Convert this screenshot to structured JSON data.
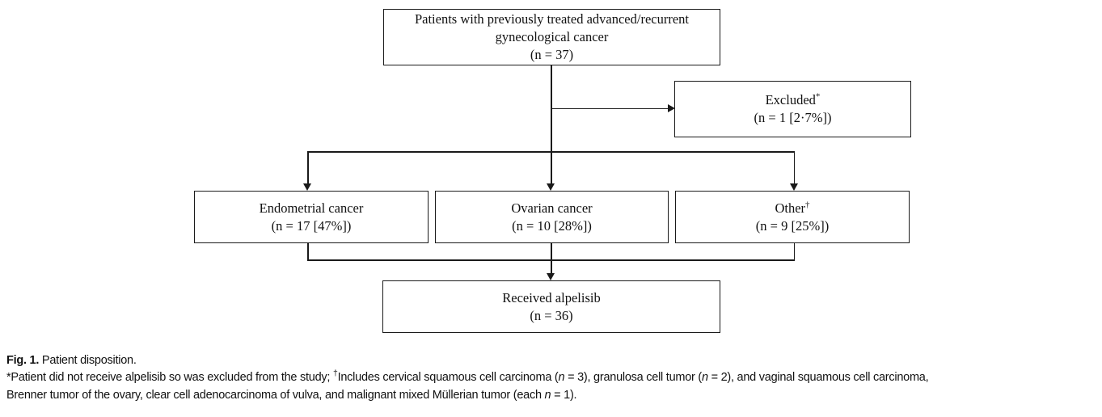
{
  "figure": {
    "type": "flowchart",
    "title": "Patient disposition",
    "nodes": {
      "source": {
        "label": "Patients with previously treated advanced/recurrent",
        "label2": "gynecological cancer",
        "count": "(n = 37)"
      },
      "excluded": {
        "label": "Excluded",
        "marker": "*",
        "count": "(n = 1 [2·7%])"
      },
      "endometrial": {
        "label": "Endometrial cancer",
        "count": "(n = 17 [47%])"
      },
      "ovarian": {
        "label": "Ovarian cancer",
        "count": "(n = 10 [28%])"
      },
      "other": {
        "label": "Other",
        "marker": "†",
        "count": "(n = 9 [25%])"
      },
      "received": {
        "label": "Received alpelisib",
        "count": "(n = 36)"
      }
    }
  },
  "caption": {
    "fig_label": "Fig. 1.",
    "fig_title": " Patient disposition.",
    "line2_a": "*Patient did not receive alpelisib so was excluded from the study; ",
    "line2_dagger": "†",
    "line2_b": "Includes cervical squamous cell carcinoma (",
    "line2_n1": "n",
    "line2_c": " = 3), granulosa cell tumor (",
    "line2_n2": "n",
    "line2_d": " = 2), and vaginal squamous cell carcinoma,",
    "line3_a": "Brenner tumor of the ovary, clear cell adenocarcinoma of vulva, and malignant mixed Müllerian tumor (each ",
    "line3_n": "n",
    "line3_b": " = 1)."
  },
  "colors": {
    "stroke": "#1a1a1a",
    "background": "#ffffff",
    "text": "#111111"
  }
}
